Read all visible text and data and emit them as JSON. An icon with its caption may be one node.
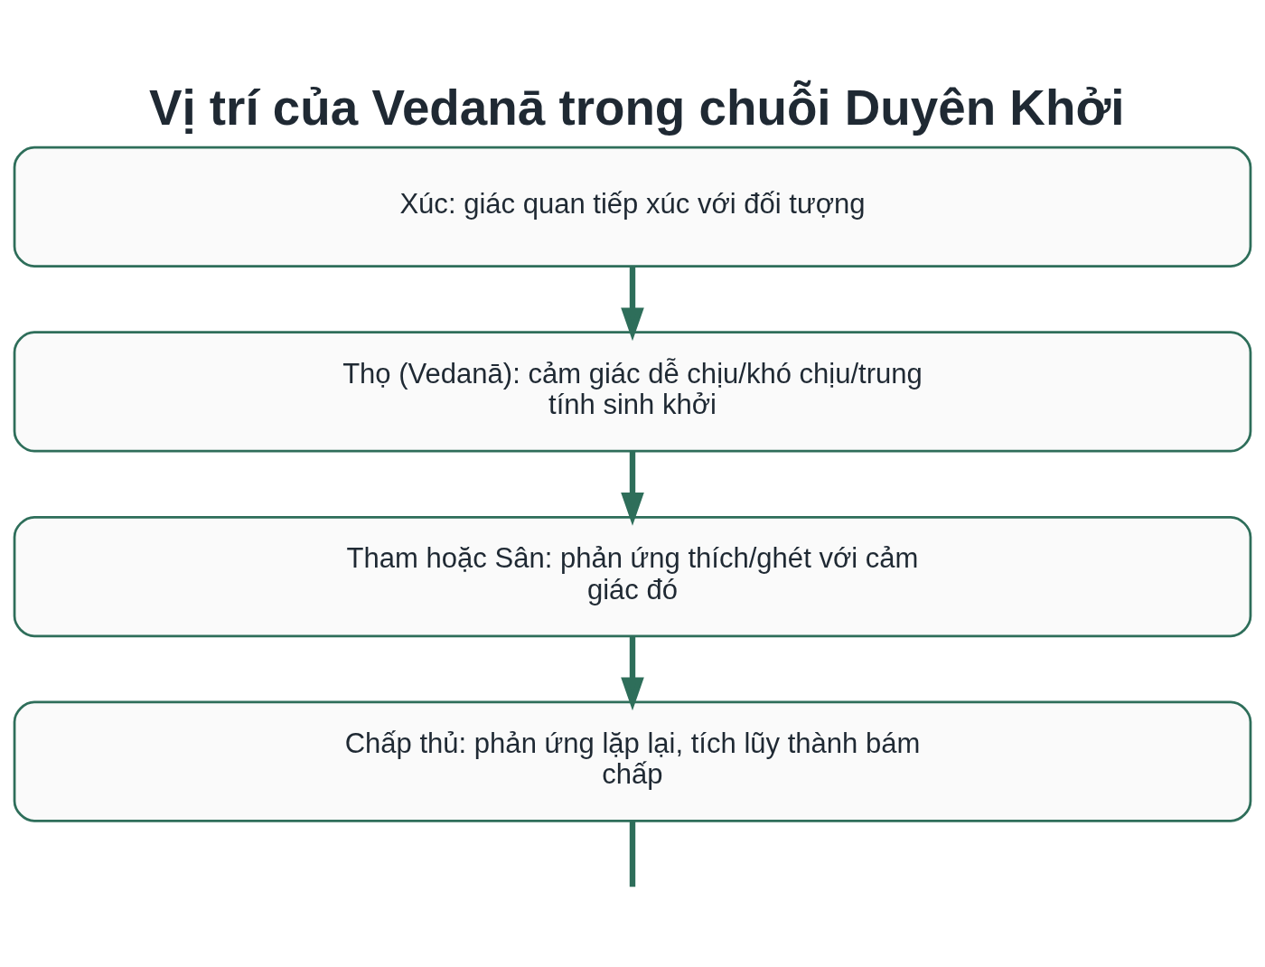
{
  "diagram": {
    "title": "Vị trí của Vedanā trong chuỗi Duyên Khởi",
    "nodes": [
      {
        "text": [
          "Xúc: giác quan tiếp xúc với đối tượng"
        ]
      },
      {
        "text": [
          "Thọ (Vedanā): cảm giác dễ chịu/khó chịu/trung tính sinh khởi"
        ]
      },
      {
        "text": [
          "Tham hoặc Sân: phản ứng thích/ghét với cảm giác đó"
        ]
      },
      {
        "text": [
          "Chấp thủ: phản ứng lặp lại, tích lũy thành bám chấp"
        ]
      }
    ],
    "edges": [
      {
        "from": 0,
        "to": 1,
        "arrow": "to"
      },
      {
        "from": 1,
        "to": 2,
        "arrow": "to"
      },
      {
        "from": 2,
        "to": 3,
        "arrow": "to"
      },
      {
        "from": 3,
        "to": null,
        "arrow": "none"
      }
    ]
  }
}
